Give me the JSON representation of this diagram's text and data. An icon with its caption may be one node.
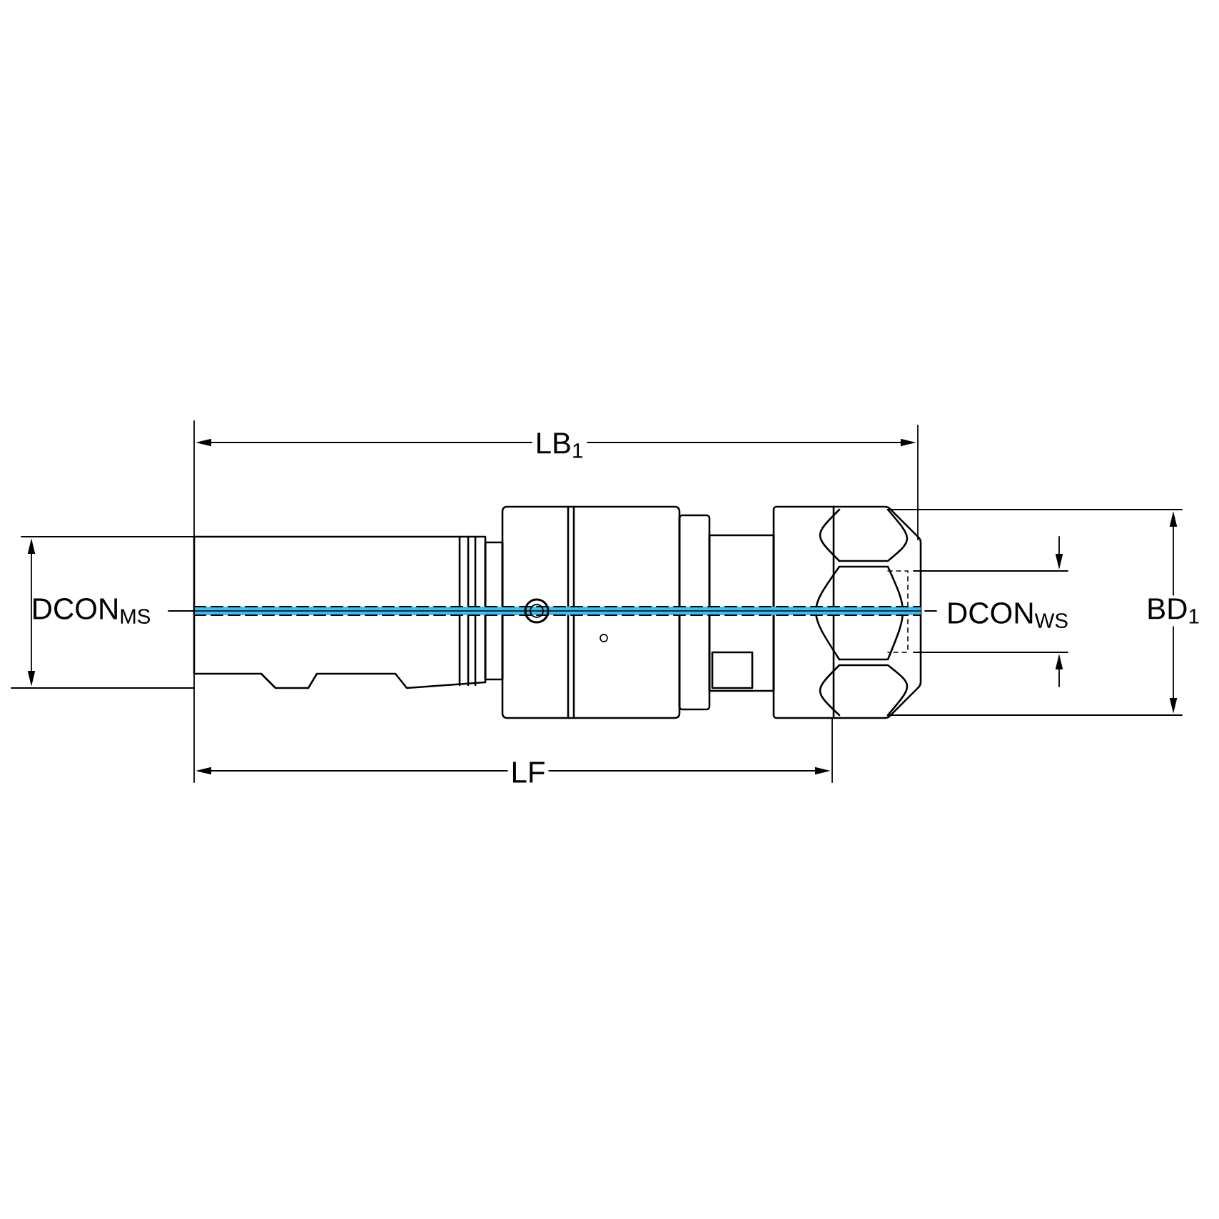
{
  "diagram": {
    "labels": [
      "LB$_{1}$",
      "DCON$_{MS}$",
      "DCON$_{WS}$",
      "BD$_{1}$",
      "LF"
    ]
  }
}
